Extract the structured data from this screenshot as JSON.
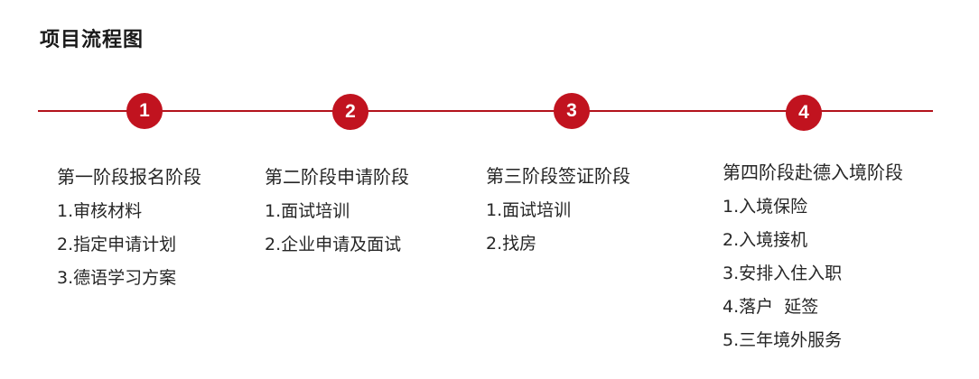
{
  "title": "项目流程图",
  "accent_color": "#c1131f",
  "stages": [
    {
      "number": "1",
      "title": "第一阶段报名阶段",
      "items": [
        "1.审核材料",
        "2.指定申请计划",
        "3.德语学习方案"
      ]
    },
    {
      "number": "2",
      "title": "第二阶段申请阶段",
      "items": [
        "1.面试培训",
        "2.企业申请及面试"
      ]
    },
    {
      "number": "3",
      "title": "第三阶段签证阶段",
      "items": [
        "1.面试培训",
        "2.找房"
      ]
    },
    {
      "number": "4",
      "title": "第四阶段赴德入境阶段",
      "items": [
        "1.入境保险",
        "2.入境接机",
        "3.安排入住入职",
        "4.落户  延签",
        "5.三年境外服务"
      ]
    }
  ]
}
